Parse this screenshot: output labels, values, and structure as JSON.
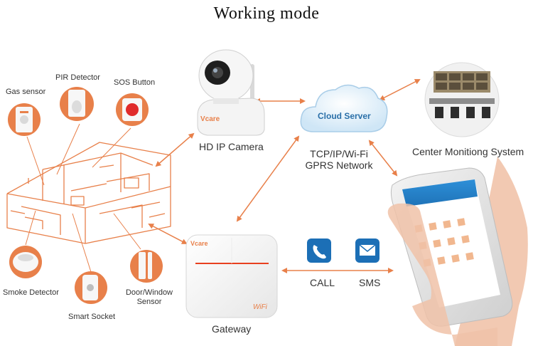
{
  "title": "Working mode",
  "sensors": {
    "gas": "Gas sensor",
    "pir": "PIR Detector",
    "sos": "SOS Button",
    "smoke": "Smoke Detector",
    "socket": "Smart Socket",
    "door_line1": "Door/Window",
    "door_line2": "Sensor"
  },
  "devices": {
    "camera_label": "HD IP Camera",
    "camera_brand": "Vcare",
    "cloud_label": "Cloud Server",
    "network_line1": "TCP/IP/Wi-Fi",
    "network_line2": "GPRS Network",
    "center_label": "Center Monitiong System",
    "gateway_label": "Gateway",
    "gateway_brand": "Vcare",
    "gateway_wifi": "WiFi",
    "call_label": "CALL",
    "sms_label": "SMS"
  },
  "colors": {
    "accent": "#e8804a",
    "cloud_text": "#2a6fa8",
    "icon_blue": "#1c6fb6"
  }
}
